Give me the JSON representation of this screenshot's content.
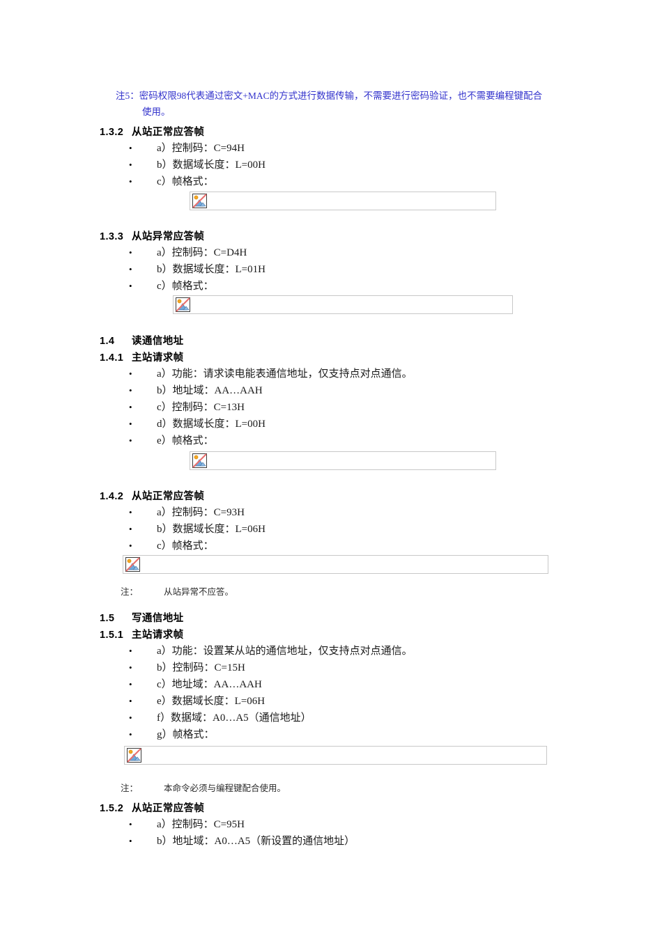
{
  "document": {
    "note_top": {
      "line1": "注5：密码权限98代表通过密文+MAC的方式进行数据传输，不需要进行密码验证，也不需要编程键配合",
      "line2": "使用。"
    },
    "sections": [
      {
        "number": "1.3.2",
        "title": "从站正常应答帧",
        "items": [
          "a）控制码：C=94H",
          "b）数据域长度：L=00H",
          "c）帧格式："
        ]
      },
      {
        "number": "1.3.3",
        "title": "从站异常应答帧",
        "items": [
          "a）控制码：C=D4H",
          "b）数据域长度：L=01H",
          "c）帧格式："
        ]
      },
      {
        "number": "1.4",
        "title": "读通信地址",
        "items": []
      },
      {
        "number": "1.4.1",
        "title": "主站请求帧",
        "items": [
          "a）功能：请求读电能表通信地址，仅支持点对点通信。",
          "b）地址域：AA…AAH",
          "c）控制码：C=13H",
          "d）数据域长度：L=00H",
          "e）帧格式："
        ]
      },
      {
        "number": "1.4.2",
        "title": "从站正常应答帧",
        "items": [
          "a）控制码：C=93H",
          "b）数据域长度：L=06H",
          "c）帧格式："
        ]
      },
      {
        "number": "1.5",
        "title": "写通信地址",
        "items": []
      },
      {
        "number": "1.5.1",
        "title": "主站请求帧",
        "items": [
          "a）功能：设置某从站的通信地址，仅支持点对点通信。",
          "b）控制码：C=15H",
          "c）地址域：AA…AAH",
          "e）数据域长度：L=06H",
          "f）数据域：A0…A5（通信地址）",
          "g）帧格式："
        ]
      },
      {
        "number": "1.5.2",
        "title": "从站正常应答帧",
        "items": [
          "a）控制码：C=95H",
          "b）地址域：A0…A5（新设置的通信地址）"
        ]
      }
    ],
    "notes": [
      {
        "label": "注：",
        "text": "从站异常不应答。"
      },
      {
        "label": "注：",
        "text": "本命令必须与编程键配合使用。"
      }
    ],
    "image_placeholders": [
      {
        "alt": "broken-image",
        "section": "1.3.2"
      },
      {
        "alt": "broken-image",
        "section": "1.3.3"
      },
      {
        "alt": "broken-image",
        "section": "1.4.1"
      },
      {
        "alt": "broken-image",
        "section": "1.4.2"
      },
      {
        "alt": "broken-image",
        "section": "1.5.1"
      }
    ],
    "colors": {
      "note_blue": "#3333cc",
      "body_text": "#1a1a1a",
      "box_border": "#c8c8c8",
      "page_background": "#ffffff"
    }
  }
}
